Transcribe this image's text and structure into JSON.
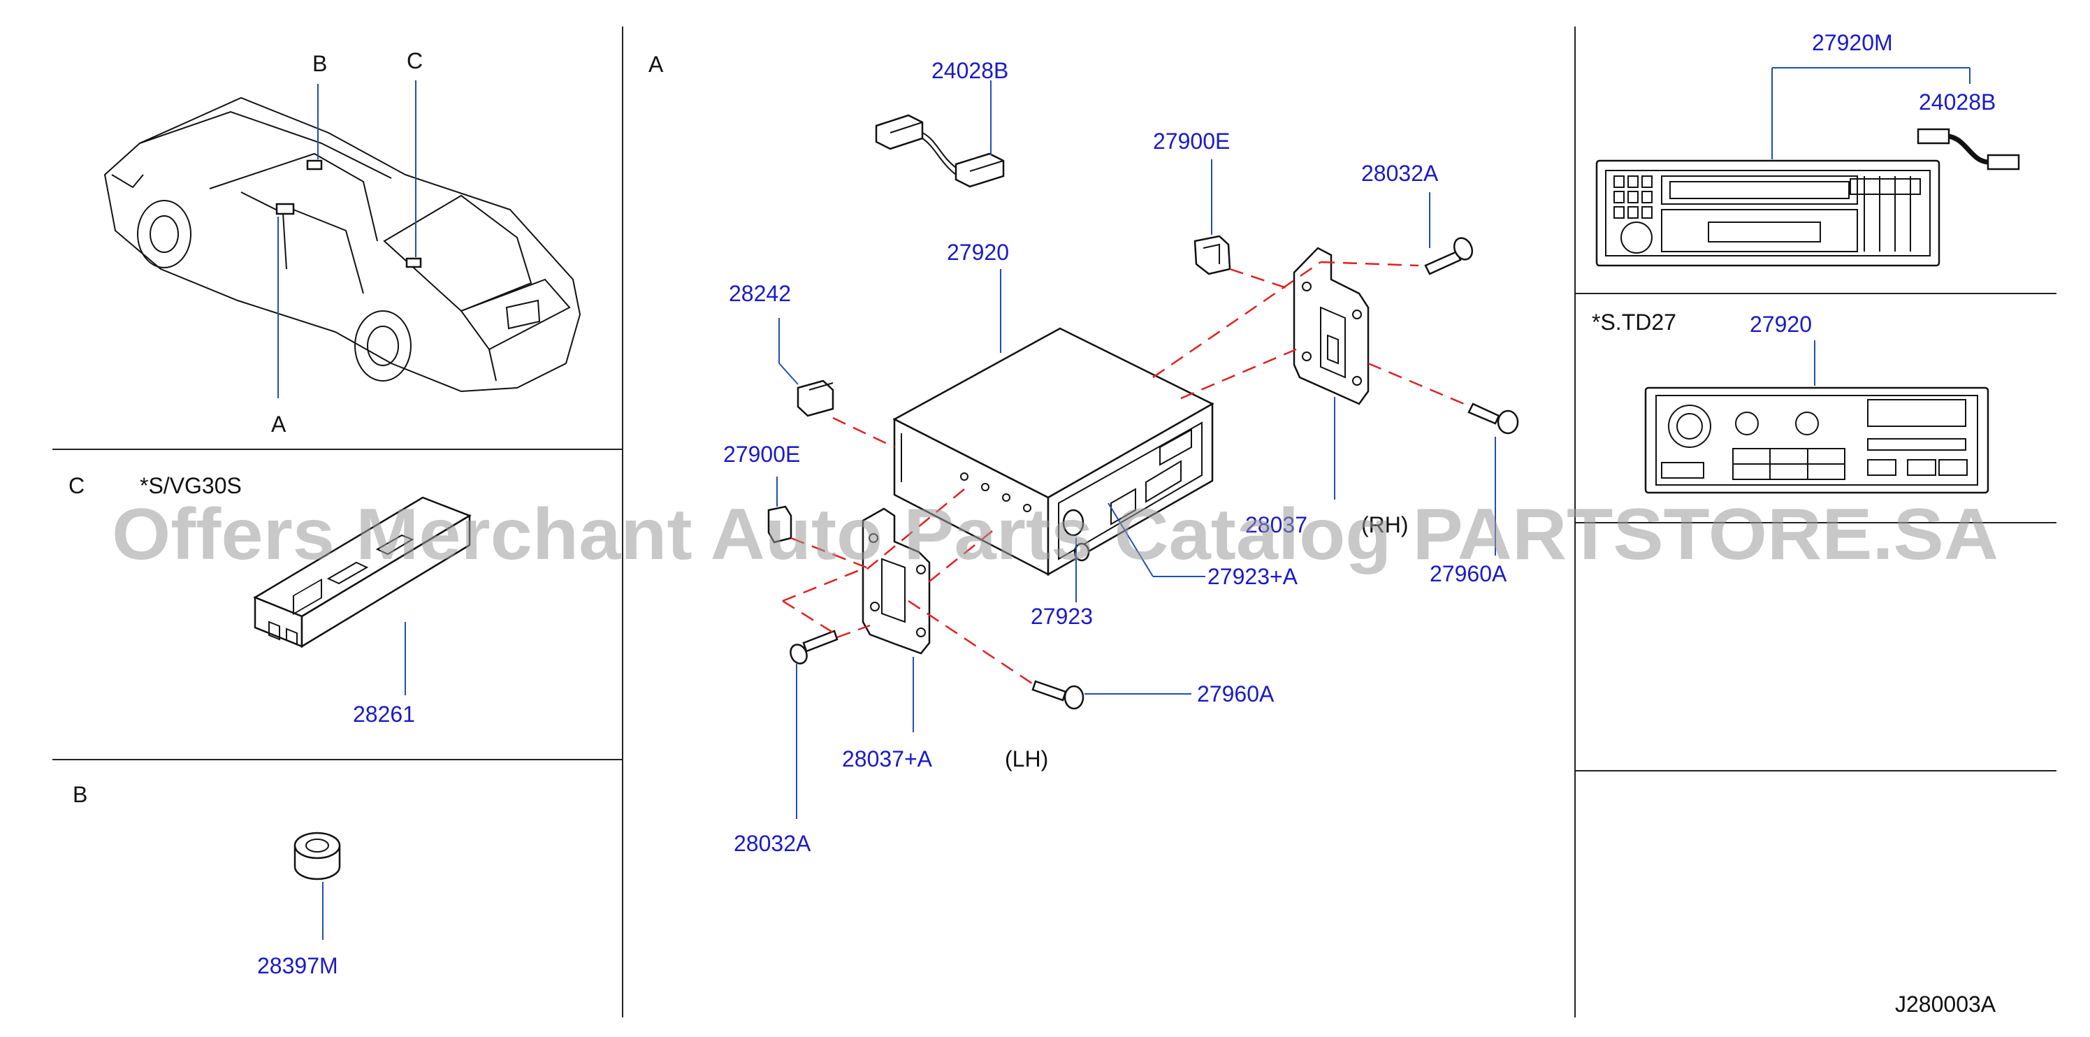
{
  "panels": {
    "location": {
      "markers": {
        "a": "A",
        "b": "B",
        "c": "C"
      }
    },
    "c": {
      "title": "C",
      "note": "*S/VG30S",
      "part": "28261"
    },
    "b": {
      "title": "B",
      "part": "28397M"
    },
    "a": {
      "title": "A",
      "parts": {
        "harness": "24028B",
        "clip_top": "27900E",
        "screw_top": "28032A",
        "radio": "27920",
        "connector": "28242",
        "clip_left": "27900E",
        "bracket_rh": "28037",
        "rh": "(RH)",
        "knob_a": "27923+A",
        "knob": "27923",
        "screw_rh": "27960A",
        "screw_lh": "27960A",
        "bracket_lh": "28037+A",
        "lh": "(LH)",
        "screw_bottom": "28032A"
      }
    },
    "right_top": {
      "part": "27920M",
      "harness": "24028B"
    },
    "right_mid": {
      "note": "*S.TD27",
      "part": "27920"
    }
  },
  "diagram_code": "J280003A",
  "watermark": "Offers Merchant Auto Parts Catalog PARTSTORE.SA",
  "colors": {
    "part_number": "#1a1ac8",
    "guide_dash": "#e02020",
    "leader": "#2050b0"
  }
}
